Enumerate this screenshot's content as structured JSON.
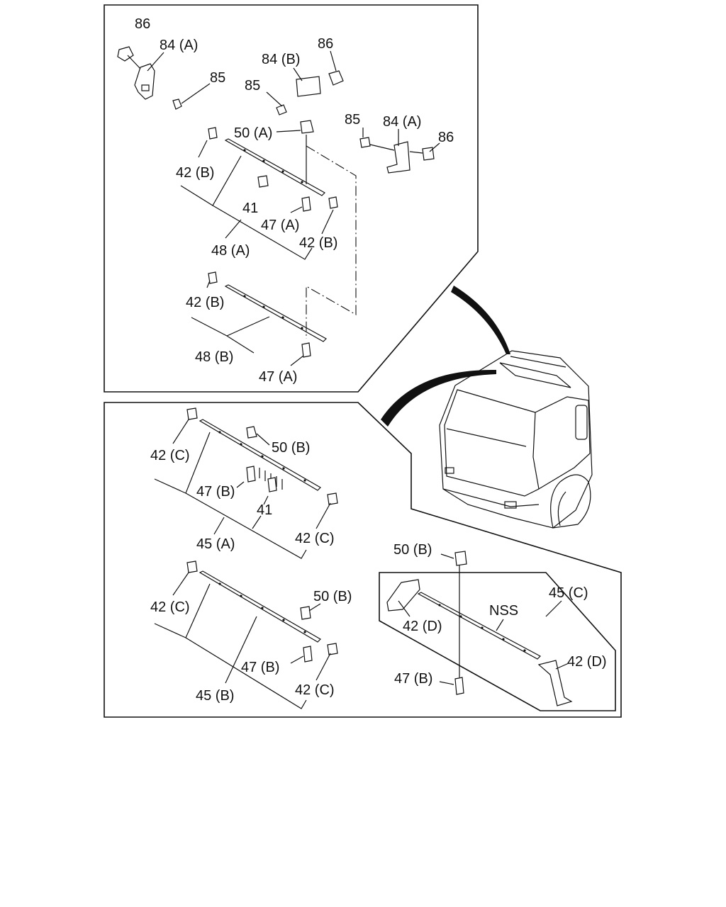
{
  "labels": {
    "p86_a": "86",
    "p84a_a": "84 (A)",
    "p85_a": "85",
    "p84b": "84 (B)",
    "p86_b": "86",
    "p85_b": "85",
    "p50a": "50 (A)",
    "p85_c": "85",
    "p84a_b": "84 (A)",
    "p86_c": "86",
    "p42b_1": "42 (B)",
    "p41_a": "41",
    "p47a_1": "47 (A)",
    "p42b_2": "42 (B)",
    "p48a": "48 (A)",
    "p42b_3": "42 (B)",
    "p48b": "48 (B)",
    "p47a_2": "47 (A)",
    "p42c_1": "42 (C)",
    "p50b_1": "50 (B)",
    "p47b_1": "47 (B)",
    "p41_b": "41",
    "p45a": "45 (A)",
    "p42c_2": "42 (C)",
    "p42c_3": "42 (C)",
    "p50b_2": "50 (B)",
    "p47b_2": "47 (B)",
    "p45b": "45 (B)",
    "p42c_4": "42 (C)",
    "p50b_3": "50 (B)",
    "p45c": "45 (C)",
    "nss": "NSS",
    "p42d_1": "42 (D)",
    "p42d_2": "42 (D)",
    "p47b_3": "47 (B)"
  }
}
